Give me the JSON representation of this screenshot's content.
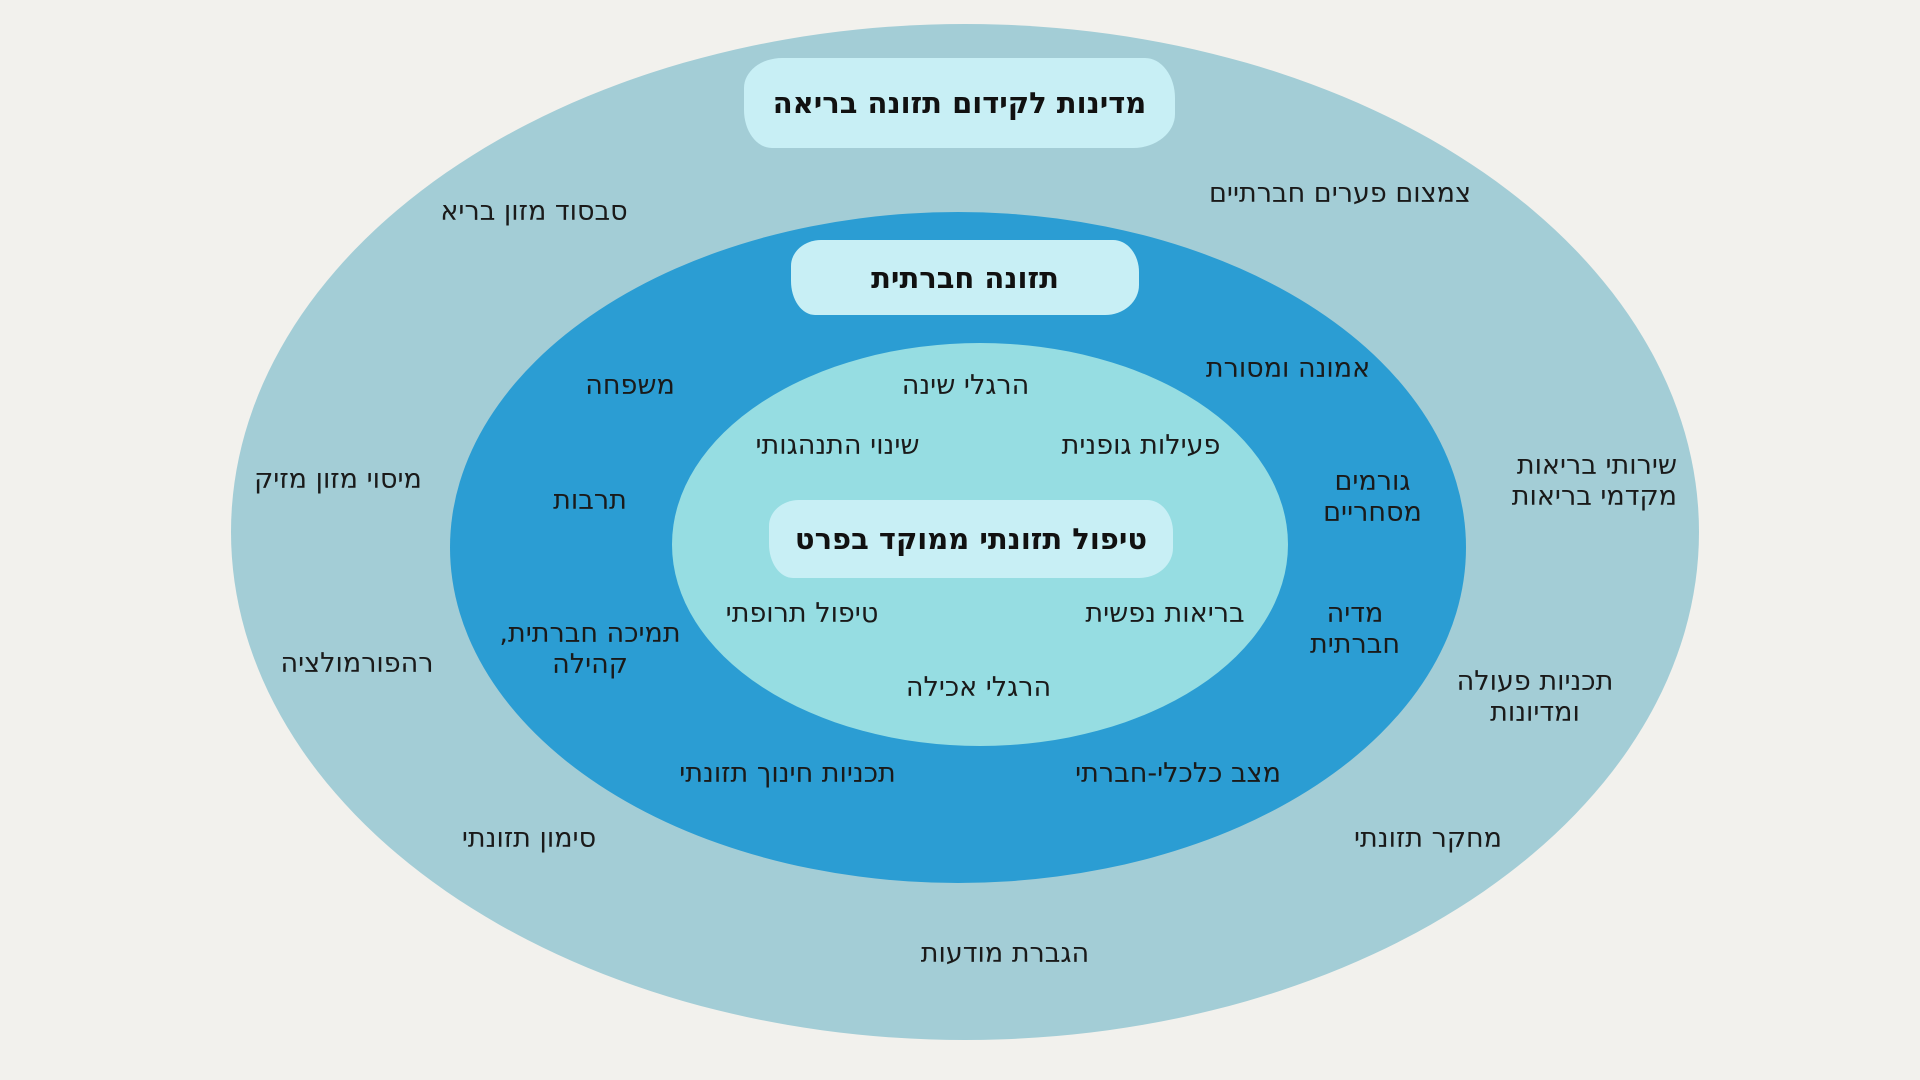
{
  "diagram": {
    "outer_ring": {
      "title": "מדינות לקידום תזונה בריאה",
      "items": {
        "healthy_food_subsidy": "סבסוד מזון בריא",
        "reducing_social_gaps": "צמצום פערים חברתיים",
        "harmful_food_tax": "מיסוי מזון מזיק",
        "primary_health_services": "שירותי בריאות\nמקדמי בריאות",
        "reformulation": "רהפורמולציה",
        "action_plans_policies": "תכניות פעולה\nומדיונות",
        "nutrition_labeling": "סימון תזונתי",
        "nutrition_research": "מחקר תזונתי",
        "raising_awareness": "הגברת מודעות"
      }
    },
    "middle_ring": {
      "title": "תזונה חברתית",
      "items": {
        "family": "משפחה",
        "faith_tradition": "אמונה ומסורת",
        "culture": "תרבות",
        "commercial_factors": "גורמים\nמסחריים",
        "social_support_community": "תמיכה חברתית,\nקהילה",
        "social_media": "מדיה\nחברתית",
        "nutrition_education_programs": "תכניות חינוך תזונתי",
        "socioeconomic_status": "מצב כלכלי-חברתי"
      }
    },
    "inner_circle": {
      "title": "טיפול תזונתי ממוקד בפרט",
      "items": {
        "sleep_habits": "הרגלי שינה",
        "behavior_change": "שינוי התנהגותי",
        "physical_activity": "פעילות גופנית",
        "medication_treatment": "טיפול תרופתי",
        "mental_health": "בריאות נפשית",
        "eating_habits": "הרגלי אכילה"
      }
    },
    "colors": {
      "background": "#f2f1ed",
      "outer_ring": "#a3cdd6",
      "middle_ring": "#2b9dd3",
      "inner_circle": "#96dde2",
      "title_highlight": "#c8eff5",
      "text": "#1a1a1a"
    }
  }
}
